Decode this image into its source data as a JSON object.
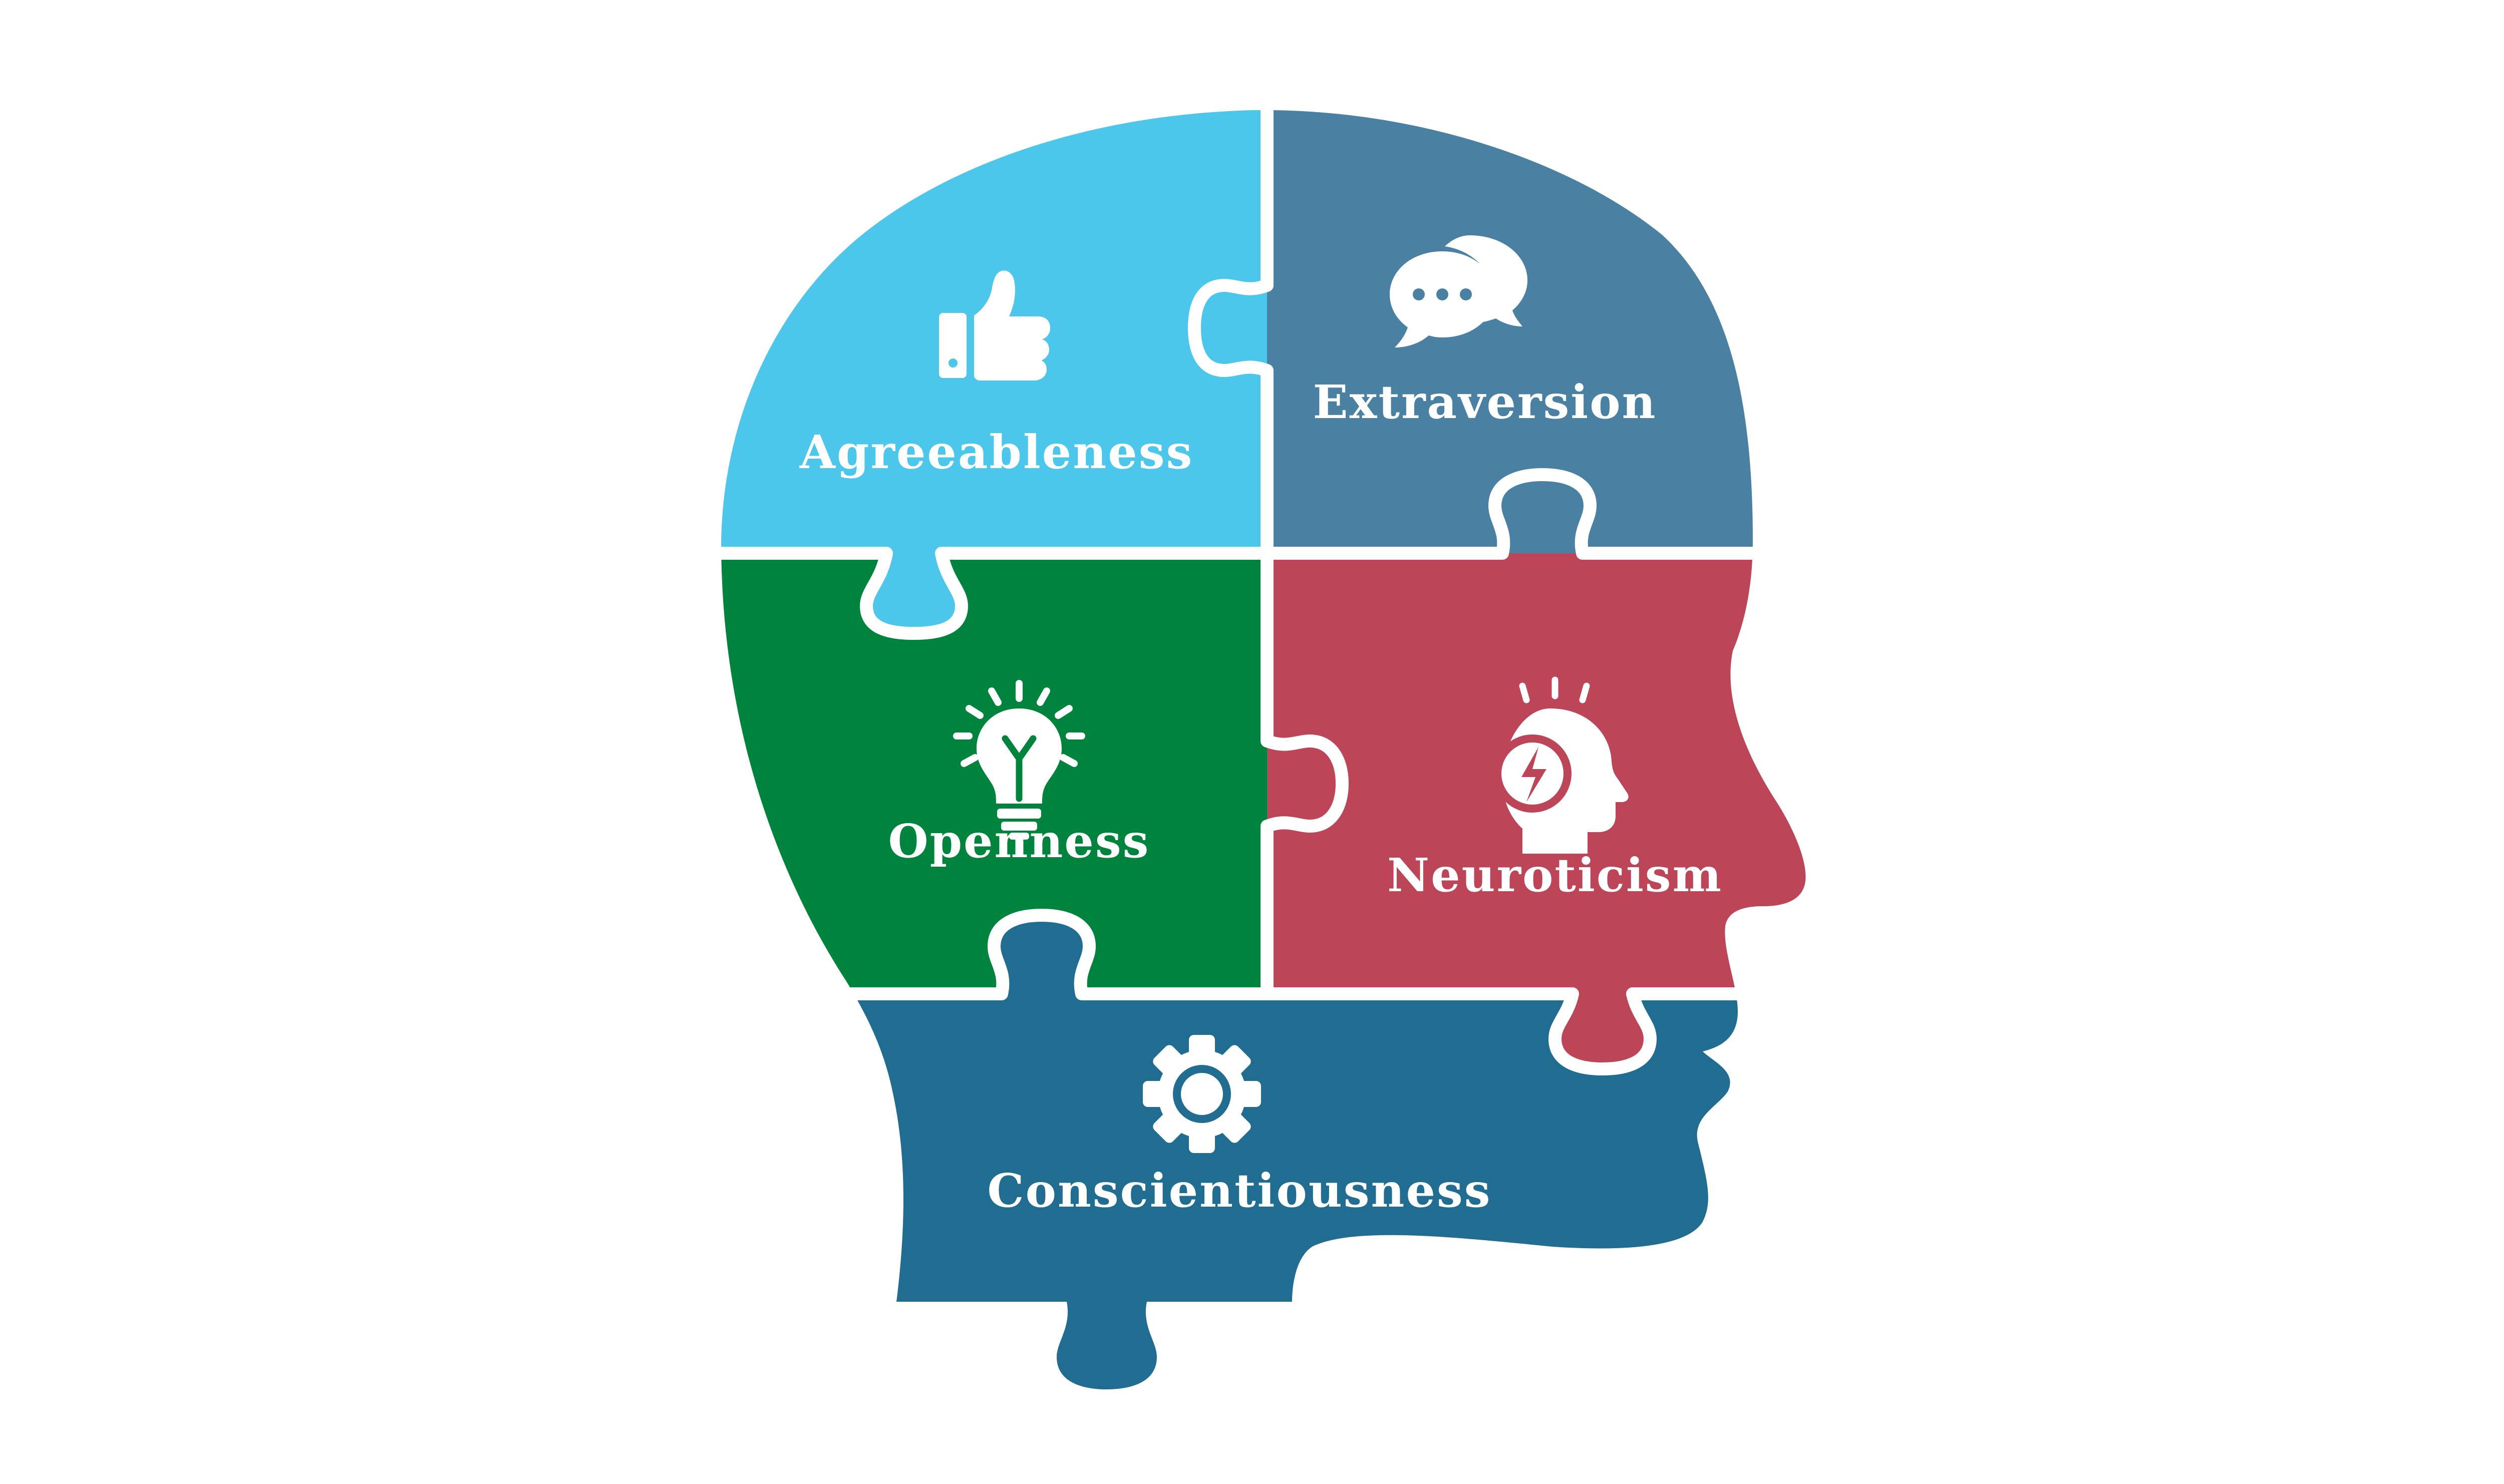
{
  "colors": {
    "background": "#ffffff",
    "agreeableness": "#4cc6ea",
    "extraversion": "#4a81a3",
    "openness": "#00843d",
    "neuroticism": "#bc4558",
    "conscientiousness": "#206d91",
    "gap": "#ffffff"
  },
  "pieces": {
    "agreeableness": {
      "label": "Agreeableness",
      "icon": "thumbs-up-icon"
    },
    "extraversion": {
      "label": "Extraversion",
      "icon": "speech-bubbles-icon"
    },
    "openness": {
      "label": "Openness",
      "icon": "lightbulb-icon"
    },
    "neuroticism": {
      "label": "Neuroticism",
      "icon": "head-lightning-icon"
    },
    "conscientiousness": {
      "label": "Conscientiousness",
      "icon": "gear-icon"
    }
  }
}
